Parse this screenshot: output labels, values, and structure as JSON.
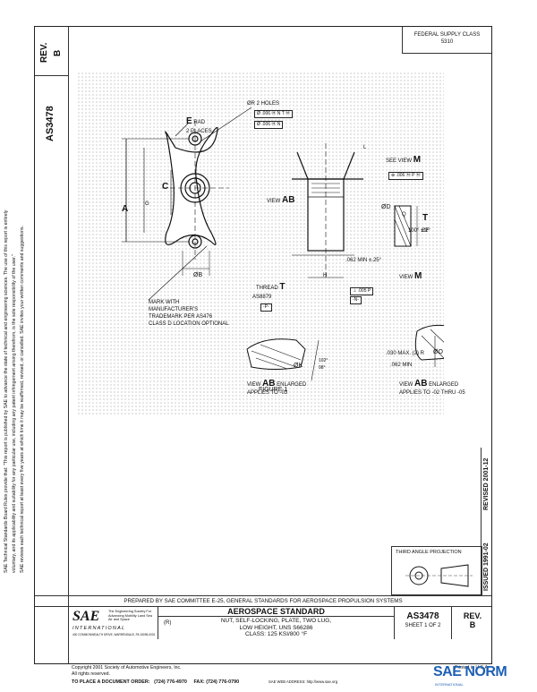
{
  "left_margin": {
    "rev_label": "REV.",
    "rev_value": "B",
    "doc_number": "AS3478",
    "disclaimer": [
      "SAE Technical Standards Board Rules provide that: \"This report is published by SAE to advance the state of technical and engineering sciences. The use of this report is entirely",
      "voluntary, and its applicability and suitability for any particular use, including any patent infringement arising therefrom, is the sole responsibility of the user.\"",
      "SAE reviews each technical report at least every five years at which time it may be reaffirmed, revised, or cancelled. SAE invites your written comments and suggestions."
    ]
  },
  "header": {
    "federal_supply_class": "FEDERAL SUPPLY CLASS",
    "fsc_value": "5310"
  },
  "drawing": {
    "figure_caption": "FIGURE 1",
    "labels": {
      "e_rad": "E",
      "e_rad_suffix": "RAD",
      "places": "2 PLACES",
      "holes": "ØR 2 HOLES",
      "tol1": "Ø .006 Ⓜ N T Ⓜ",
      "tol2": "Ø .006 Ⓜ N",
      "c": "C",
      "g": "G",
      "a": "A",
      "b": "ØB",
      "l": "L",
      "see_view": "SEE VIEW",
      "m": "M",
      "tol3": "⊕ .006 Ⓜ P Ⓜ",
      "view_ab": "VIEW",
      "ab": "AB",
      "d": "ØD",
      "q": "Q",
      "t": "T",
      "f": "ØF",
      "angle": "100° ± 2°",
      "dot062": ".062 MIN ±.25°",
      "h": "H",
      "thread": "THREAD",
      "thread_t": "T",
      "as8879": "AS8879",
      "p_box": "-P-",
      "tol4": "⊥ .005 P",
      "n_box": "-N-",
      "view_m": "VIEW",
      "view_m_letter": "M",
      "mark_with": "MARK WITH",
      "manufacturers": "MANUFACTURER'S",
      "trademark": "TRADEMARK PER AS476",
      "class_d": "CLASS D LOCATION OPTIONAL",
      "k": "ØK",
      "deg1": "102°",
      "deg2": "98°",
      "view_enl_1_pre": "VIEW",
      "view_enl_1_ab": "AB",
      "view_enl_1_post": "ENLARGED",
      "applies_1": "APPLIES TO -03",
      "dim030": ".030 MAX. (2) R",
      "dim062": ".062 MIN",
      "o": "ØO",
      "view_enl_2_pre": "VIEW",
      "view_enl_2_ab": "AB",
      "view_enl_2_post": "ENLARGED",
      "applies_2": "APPLIES TO -02 THRU -05"
    }
  },
  "right_margin": {
    "issued": "ISSUED 1991-02",
    "revised": "REVISED 2001-12"
  },
  "third_angle": "THIRD ANGLE PROJECTION",
  "title_block": {
    "prepared_by": "PREPARED BY SAE COMMITTEE E-25, GENERAL STANDARDS FOR AEROSPACE PROPULSION SYSTEMS",
    "sae_logo": "SAE",
    "international": "INTERNATIONAL",
    "sae_org_text": "The Engineering Society For Advancing Mobility Land Sea Air and Space",
    "sae_address": "400 COMMONWEALTH DRIVE, WARRENDALE, PA 15096-0001",
    "aerospace_standard": "AEROSPACE STANDARD",
    "r_mark": "(R)",
    "title_line1": "NUT, SELF-LOCKING, PLATE, TWO LUG,",
    "title_line2": "LOW HEIGHT, UNS S66286",
    "title_line3": "CLASS: 125 KSI/800 °F",
    "doc_no": "AS3478",
    "sheet": "SHEET 1 OF 2",
    "rev_label": "REV.",
    "rev_value": "B"
  },
  "footer": {
    "copyright": "Copyright 2001 Society of Automotive Engineers, Inc.",
    "rights": "All rights reserved.",
    "printed": "Printed in U.S.A.",
    "order": "TO PLACE A DOCUMENT ORDER:",
    "phone": "(724) 776-4970",
    "fax": "FAX: (724) 776-0790",
    "web_note": "SAE WEB ADDRESS: http://www.sae.org",
    "watermark": "SAE NORM",
    "watermark_sub": "INTERNATIONAL"
  },
  "colors": {
    "ink": "#111111",
    "watermark": "#1d5fb4"
  }
}
